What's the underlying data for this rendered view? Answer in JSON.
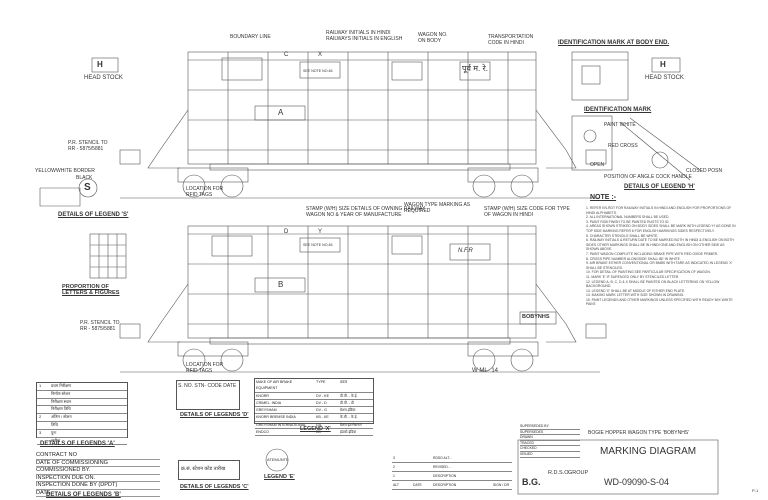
{
  "labels": {
    "head_stock_left": "HEAD STOCK",
    "head_stock_right": "HEAD STOCK",
    "h_left": "H",
    "h_right": "H",
    "identification_mark_body_end": "IDENTIFICATION MARK AT BODY END.",
    "identification_mark": "IDENTIFICATION MARK",
    "details_legend_h": "DETAILS OF LEGEND 'H'",
    "details_legend_s": "DETAILS OF LEGEND 'S'",
    "s_letter": "S",
    "proportion": "PROPORTION OF\nLETTERS & FIGURES",
    "panel_a": "A",
    "panel_b": "B",
    "panel_c": "C",
    "panel_d": "D",
    "panel_x": "X",
    "panel_y": "Y",
    "wagon_name_top": "पूर्व म. रे.",
    "wagon_name_bottom": "N.F.R",
    "see_note_top": "SEE NOTE NO.46",
    "see_note_bottom": "SEE NOTE NO.46",
    "code_bottom": "BOBYNHS",
    "wml_14": "W ML- 14",
    "legend_x": "LEGEND 'X'",
    "legend_e": "LEGEND 'E'",
    "legend_e_text": "ATEMUNTE",
    "notes_title": "NOTE :-",
    "details_legend_a": "DETAILS OF LEGENDS 'A'",
    "details_legend_b": "DETAILS OF LEGENDS 'B'",
    "details_legend_c": "DETAILS OF LEGENDS 'C'",
    "details_legend_d": "DETAILS OF LEGENDS 'D'",
    "s_no_stn_code_date": "S. NO. STN- CODE DATE",
    "hindi_code_date": "क्र.सं. स्टेशन कोड तारीख",
    "yellow": "YELLOW",
    "white_border": "WHITE BORDER",
    "black": "BLACK",
    "location_box": "LOCATION FOR\nRFID TAGS",
    "location_box_bottom": "LOCATION FOR\nRFID TAGS",
    "pos_stencil_top": "P.R. STENCIL TO\nRR - 5875/5881",
    "pos_stencil_bottom": "P.R. STENCIL TO\nRR - 5875/5881",
    "red_cross": "RED CROSS",
    "open": "OPEN",
    "posn_angle_cock": "POSITION OF ANGLE COCK HANDLE",
    "closed_pos": "CLOSED POSN",
    "paint_white": "PAINT WHITE",
    "boundary_line": "BOUNDARY LINE",
    "railway_initials": "RAILWAY INITIALS IN HINDI\nRAILWAYS INITIALS IN ENGLISH",
    "wagon_no": "WAGON NO.\nON BODY",
    "transportation_code": "TRANSPORTATION\nCODE IN HINDI",
    "stamp_note": "STAMP (W/H) SIZE DETAILS OF OWNING RAILWAY\nWAGON NO & YEAR OF MANUFACTURE",
    "wagon_type_marking": "WAGON TYPE MARKING AS\nREQUIRED",
    "stamp_code_type": "STAMP (W/H) SIZE CODE FOR TYPE\nOF WAGON IN HINDI"
  },
  "legend_a_rows": [
    [
      "1",
      "प्रथम निरीक्षण",
      ""
    ],
    [
      "",
      "निर्माण स्टेशन",
      ""
    ],
    [
      "",
      "निरीक्षण स्थान",
      ""
    ],
    [
      "",
      "निरीक्षण तिथि",
      ""
    ],
    [
      "2",
      "अंतिम / स्टेशन",
      ""
    ],
    [
      "",
      "तिथि",
      ""
    ],
    [
      "3",
      "पुनः",
      ""
    ],
    [
      "",
      "तारीख",
      ""
    ]
  ],
  "legend_b_rows": [
    "CONTRACT NO",
    "DATE OF COMMISSIONING",
    "COMMISSIONED BY.",
    "INSPECTION DUE ON.",
    "INSPECTION DONE BY (DPDT)",
    "DATE"
  ],
  "legend_x_table": [
    [
      "MAKE OF AIR BRAKE EQUIPMENT",
      "TYPE",
      "प्रकार"
    ],
    [
      "KNORR",
      "DV - KE",
      "डी.वी. - के.ई."
    ],
    [
      "CRIMEL. INDIA",
      "DV - D",
      "डी.वी. - डी"
    ],
    [
      "GREYSHAM",
      "DV - G",
      "ग्रेशम-इंडिया"
    ],
    [
      "KNORR BREMSE INDIA",
      "KB - KE",
      "के.बी. - के.ई."
    ],
    [
      "GREYSHAM INTERNATIONAL",
      "GIL",
      "ग्रेशम इंटरनेशनल"
    ],
    [
      "ENDCO",
      "ED",
      "इंडको-इंडिया"
    ]
  ],
  "notes": [
    "1. REFER EN-RDT FOR RAILWAY INITIALS IN HINDI AND ENGLISH FOR PROPORTIONS OF HINDI ALPHABETS.",
    "2. ALL INTERNATIONAL NUMBERS SHALL BE USED.",
    "3. PAINT RGB FINISH TO BE PAINTED RUSTS TO ID.",
    "4. AREAS SHOWN STRIKED ON BODY SIDES SHALL BE MARK WITH LEGEND 'H' AS DONE IN TOP SIDE MARKING REFER 6 FOR ENGLISH MARKINGS SIDES RESPECTIVELY.",
    "5. CHARACTER STENCILS SHALL BE WHITE.",
    "6. RAILWAY INITIALS & RETURN DATE TO BE MARKED BOTH IN HINDI & ENGLISH ON BOTH SIDES OTHER MARKINGS SHALL BE IN HINDI ONE AND ENGLISH ON OTHER SIDE AS SHOWN ABOVE.",
    "7. PAINT WAGON COMPLETE INCLUDING BRAKE PIPE WITH RED OXIDE PRIMER.",
    "8. CROSS PIPE NUMBER ALONGSIDE SHALL BE IN WHITE.",
    "9. AIR BRAKE EITHER CONVENTIONAL OR BMBS WITH TARE AS INDICATED IN LEGEND 'X' SHALL BE STENCILED.",
    "10. FOR DETAIL OF PAINTING SEE PARTICULAR SPECIFICATION OF WAGON.",
    "11. MARK 'E' IF SURFACED ONLY BY STENCILED LETTER.",
    "12. LEGEND A, B, C, D & X SHALL BE PAINTED ON BLACK LETTERING ON YELLOW BACKGROUND.",
    "13. LEGEND 'E' SHALL BE AT MIDDLE OF EITHER END PLATE.",
    "14. MAKING MARK LETTER WITH SIZE SHOWN IN DRAWING.",
    "15. PAINT LEGENDS AND OTHER MARKINGS UNLESS SPECIFIED WITH READY MIX WHITE PAINT."
  ],
  "title_block": {
    "project": "BOGIE HOPPER WAGON TYPE 'BOBYNHS'",
    "title": "MARKING DIAGRAM",
    "org": "B.G.",
    "rdso": "R.D.S.O.",
    "group": "GROUP",
    "drawing_no": "WD-09090-S-04",
    "rows": [
      [
        "SUPERSEDED BY",
        "",
        ""
      ],
      [
        "SUPERSEDES",
        "",
        ""
      ],
      [
        "DRAWN",
        "",
        ""
      ],
      [
        "TRACED",
        "",
        ""
      ],
      [
        "CHECKED",
        "",
        ""
      ],
      [
        "ISSUED",
        "",
        ""
      ]
    ],
    "rev_rows": [
      [
        "3",
        "",
        "RDSO ALT...",
        ""
      ],
      [
        "2",
        "",
        "REVISED...",
        ""
      ],
      [
        "1",
        "",
        "DESCRIPTION",
        ""
      ],
      [
        "ALT",
        "DATE",
        "DESCRIPTION",
        "SIGN / DR"
      ]
    ],
    "sheet": "P-1"
  }
}
